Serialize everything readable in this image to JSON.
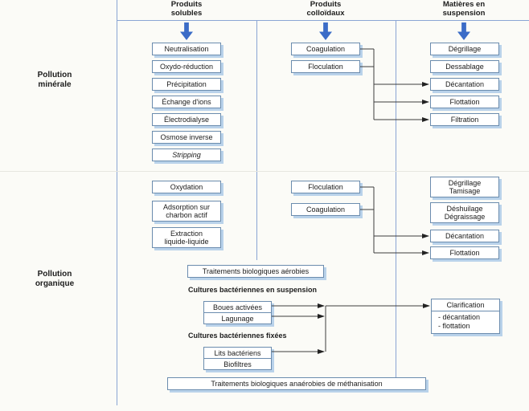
{
  "diagram": {
    "section_labels": {
      "mineral": "Pollution\nminérale",
      "organic": "Pollution\norganique"
    },
    "column_headers": {
      "soluble": "Produits\nsolubles",
      "colloidal": "Produits\ncolloïdaux",
      "suspension": "Matières en\nsuspension"
    },
    "mineral": {
      "soluble": [
        "Neutralisation",
        "Oxydo-réduction",
        "Précipitation",
        "Échange d'ions",
        "Électrodialyse",
        "Osmose inverse",
        "Stripping"
      ],
      "colloidal": [
        "Coagulation",
        "Floculation"
      ],
      "suspension": [
        "Dégrillage",
        "Dessablage",
        "Décantation",
        "Flottation",
        "Filtration"
      ]
    },
    "organic": {
      "soluble": [
        "Oxydation",
        "Adsorption sur\ncharbon actif",
        "Extraction\nliquide-liquide"
      ],
      "colloidal": [
        "Floculation",
        "Coagulation"
      ],
      "suspension": [
        "Dégrillage\nTamisage",
        "Déshuilage\nDégraissage",
        "Décantation",
        "Flottation"
      ],
      "aerobic": "Traitements biologiques aérobies",
      "suspended_cultures_label": "Cultures bactériennes en suspension",
      "suspended_cultures": [
        "Boues activées",
        "Lagunage"
      ],
      "fixed_cultures_label": "Cultures bactériennes fixées",
      "fixed_cultures": [
        "Lits bactériens",
        "Biofiltres"
      ],
      "clarification_title": "Clarification",
      "clarification_items": [
        "- décantation",
        "- flottation"
      ],
      "anaerobic": "Traitements biologiques anaérobies de méthanisation"
    },
    "colors": {
      "arrow_blue": "#3b6cc7",
      "divider_blue": "#8aa5d4",
      "box_border": "#6b8cae",
      "box_shadow": "#b9d2ea",
      "connector": "#333333"
    }
  }
}
